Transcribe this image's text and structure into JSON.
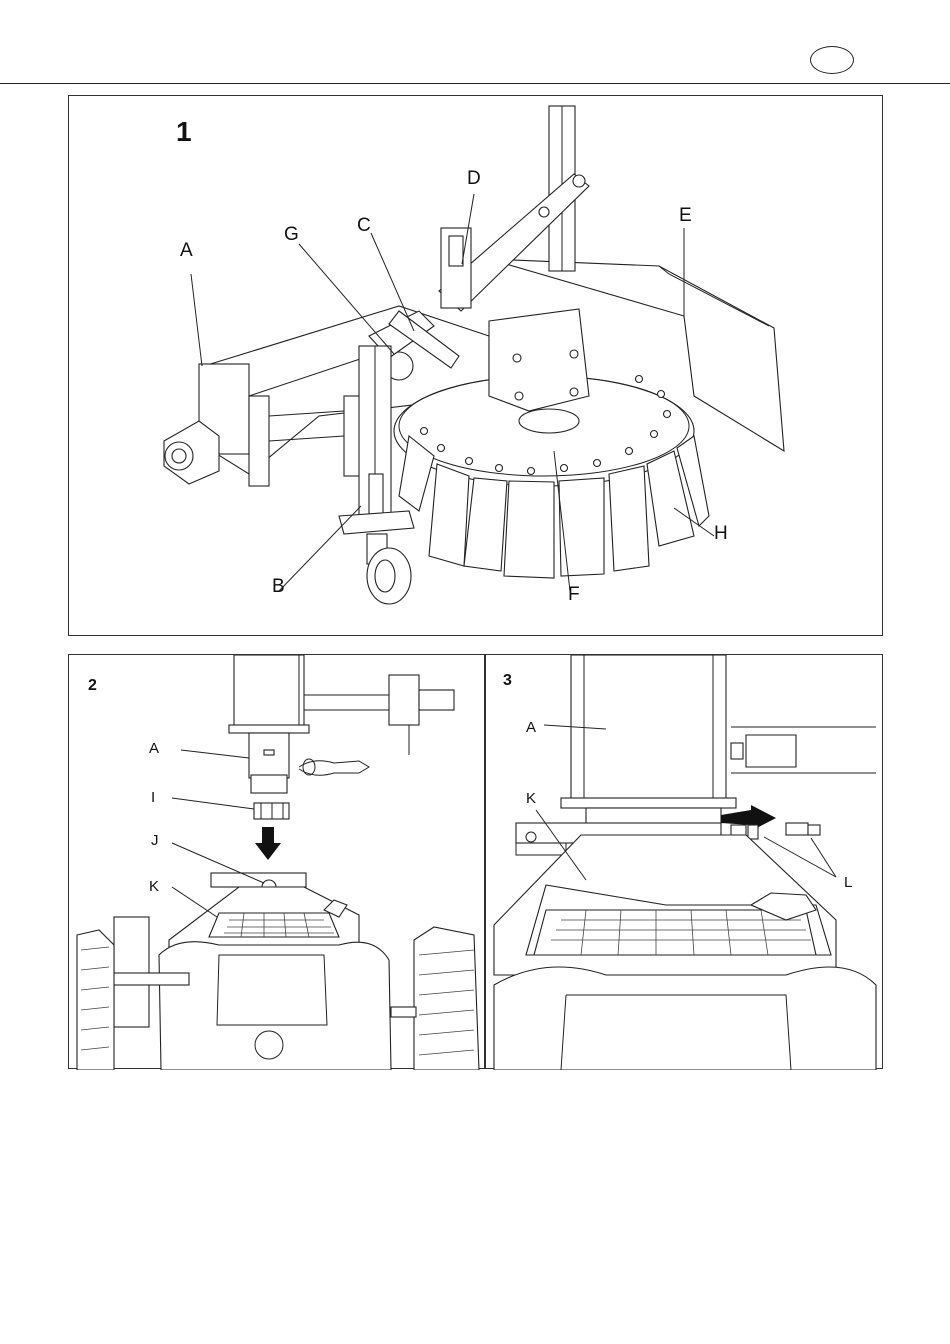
{
  "header": {
    "language_badge_text": ""
  },
  "figure1": {
    "number": "1",
    "labels": {
      "A": "A",
      "B": "B",
      "C": "C",
      "D": "D",
      "E": "E",
      "F": "F",
      "G": "G",
      "H": "H"
    }
  },
  "figure2": {
    "number": "2",
    "labels": {
      "A": "A",
      "I": "I",
      "J": "J",
      "K": "K"
    }
  },
  "figure3": {
    "number": "3",
    "labels": {
      "A": "A",
      "K": "K",
      "L": "L"
    }
  }
}
